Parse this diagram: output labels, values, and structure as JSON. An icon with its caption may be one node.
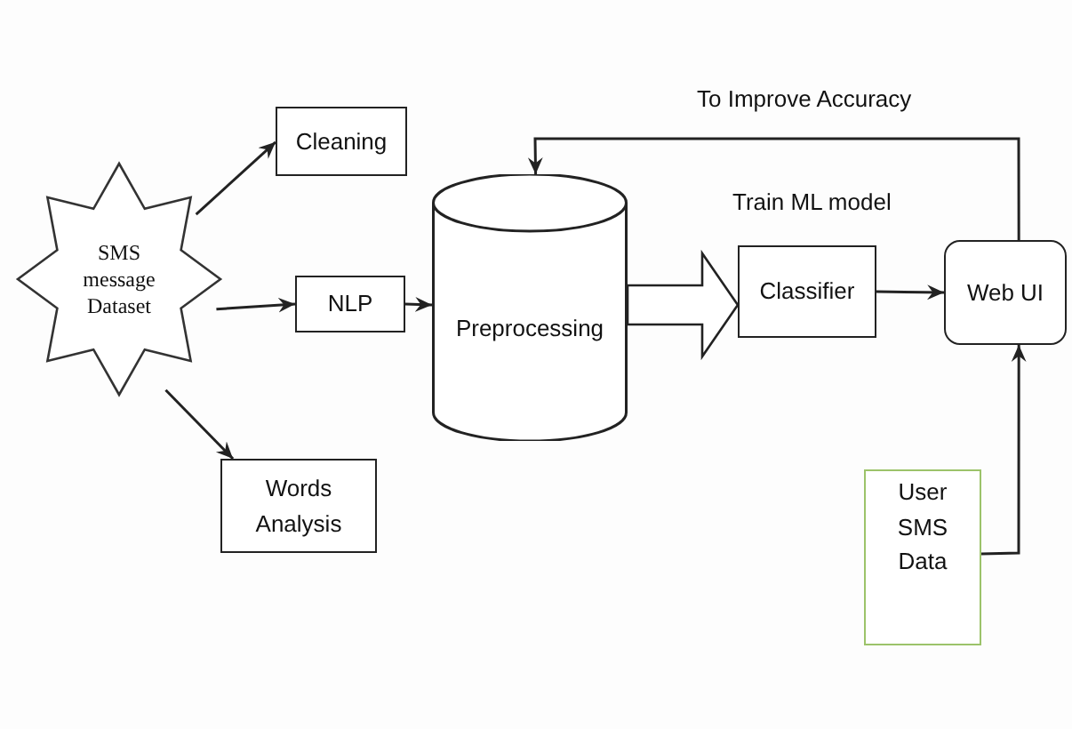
{
  "diagram": {
    "nodes": [
      {
        "text": [
          "SMS message Dataset"
        ]
      },
      {
        "text": [
          "Cleaning"
        ]
      },
      {
        "text": [
          "NLP"
        ]
      },
      {
        "text": [
          "Words Analysis"
        ]
      },
      {
        "text": [
          "Preprocessing"
        ]
      },
      {
        "text": [
          "Classifier"
        ],
        "beside": [
          "Train ML model"
        ]
      },
      {
        "text": [
          "Web UI"
        ]
      },
      {
        "text": [
          "User SMS Data"
        ]
      }
    ],
    "edges": [
      {
        "from": 0,
        "to": 1,
        "arrow": "to"
      },
      {
        "from": 0,
        "to": 2,
        "arrow": "to"
      },
      {
        "from": 0,
        "to": 3,
        "arrow": "to"
      },
      {
        "from": 2,
        "to": 4,
        "arrow": "to"
      },
      {
        "from": 4,
        "to": 5,
        "arrow": "to",
        "style": "thick"
      },
      {
        "from": 5,
        "to": 6,
        "arrow": "to"
      },
      {
        "from": 7,
        "to": 6,
        "arrow": "to"
      },
      {
        "from": 6,
        "to": 4,
        "arrow": "to",
        "label": "To Improve Accuracy"
      }
    ]
  }
}
